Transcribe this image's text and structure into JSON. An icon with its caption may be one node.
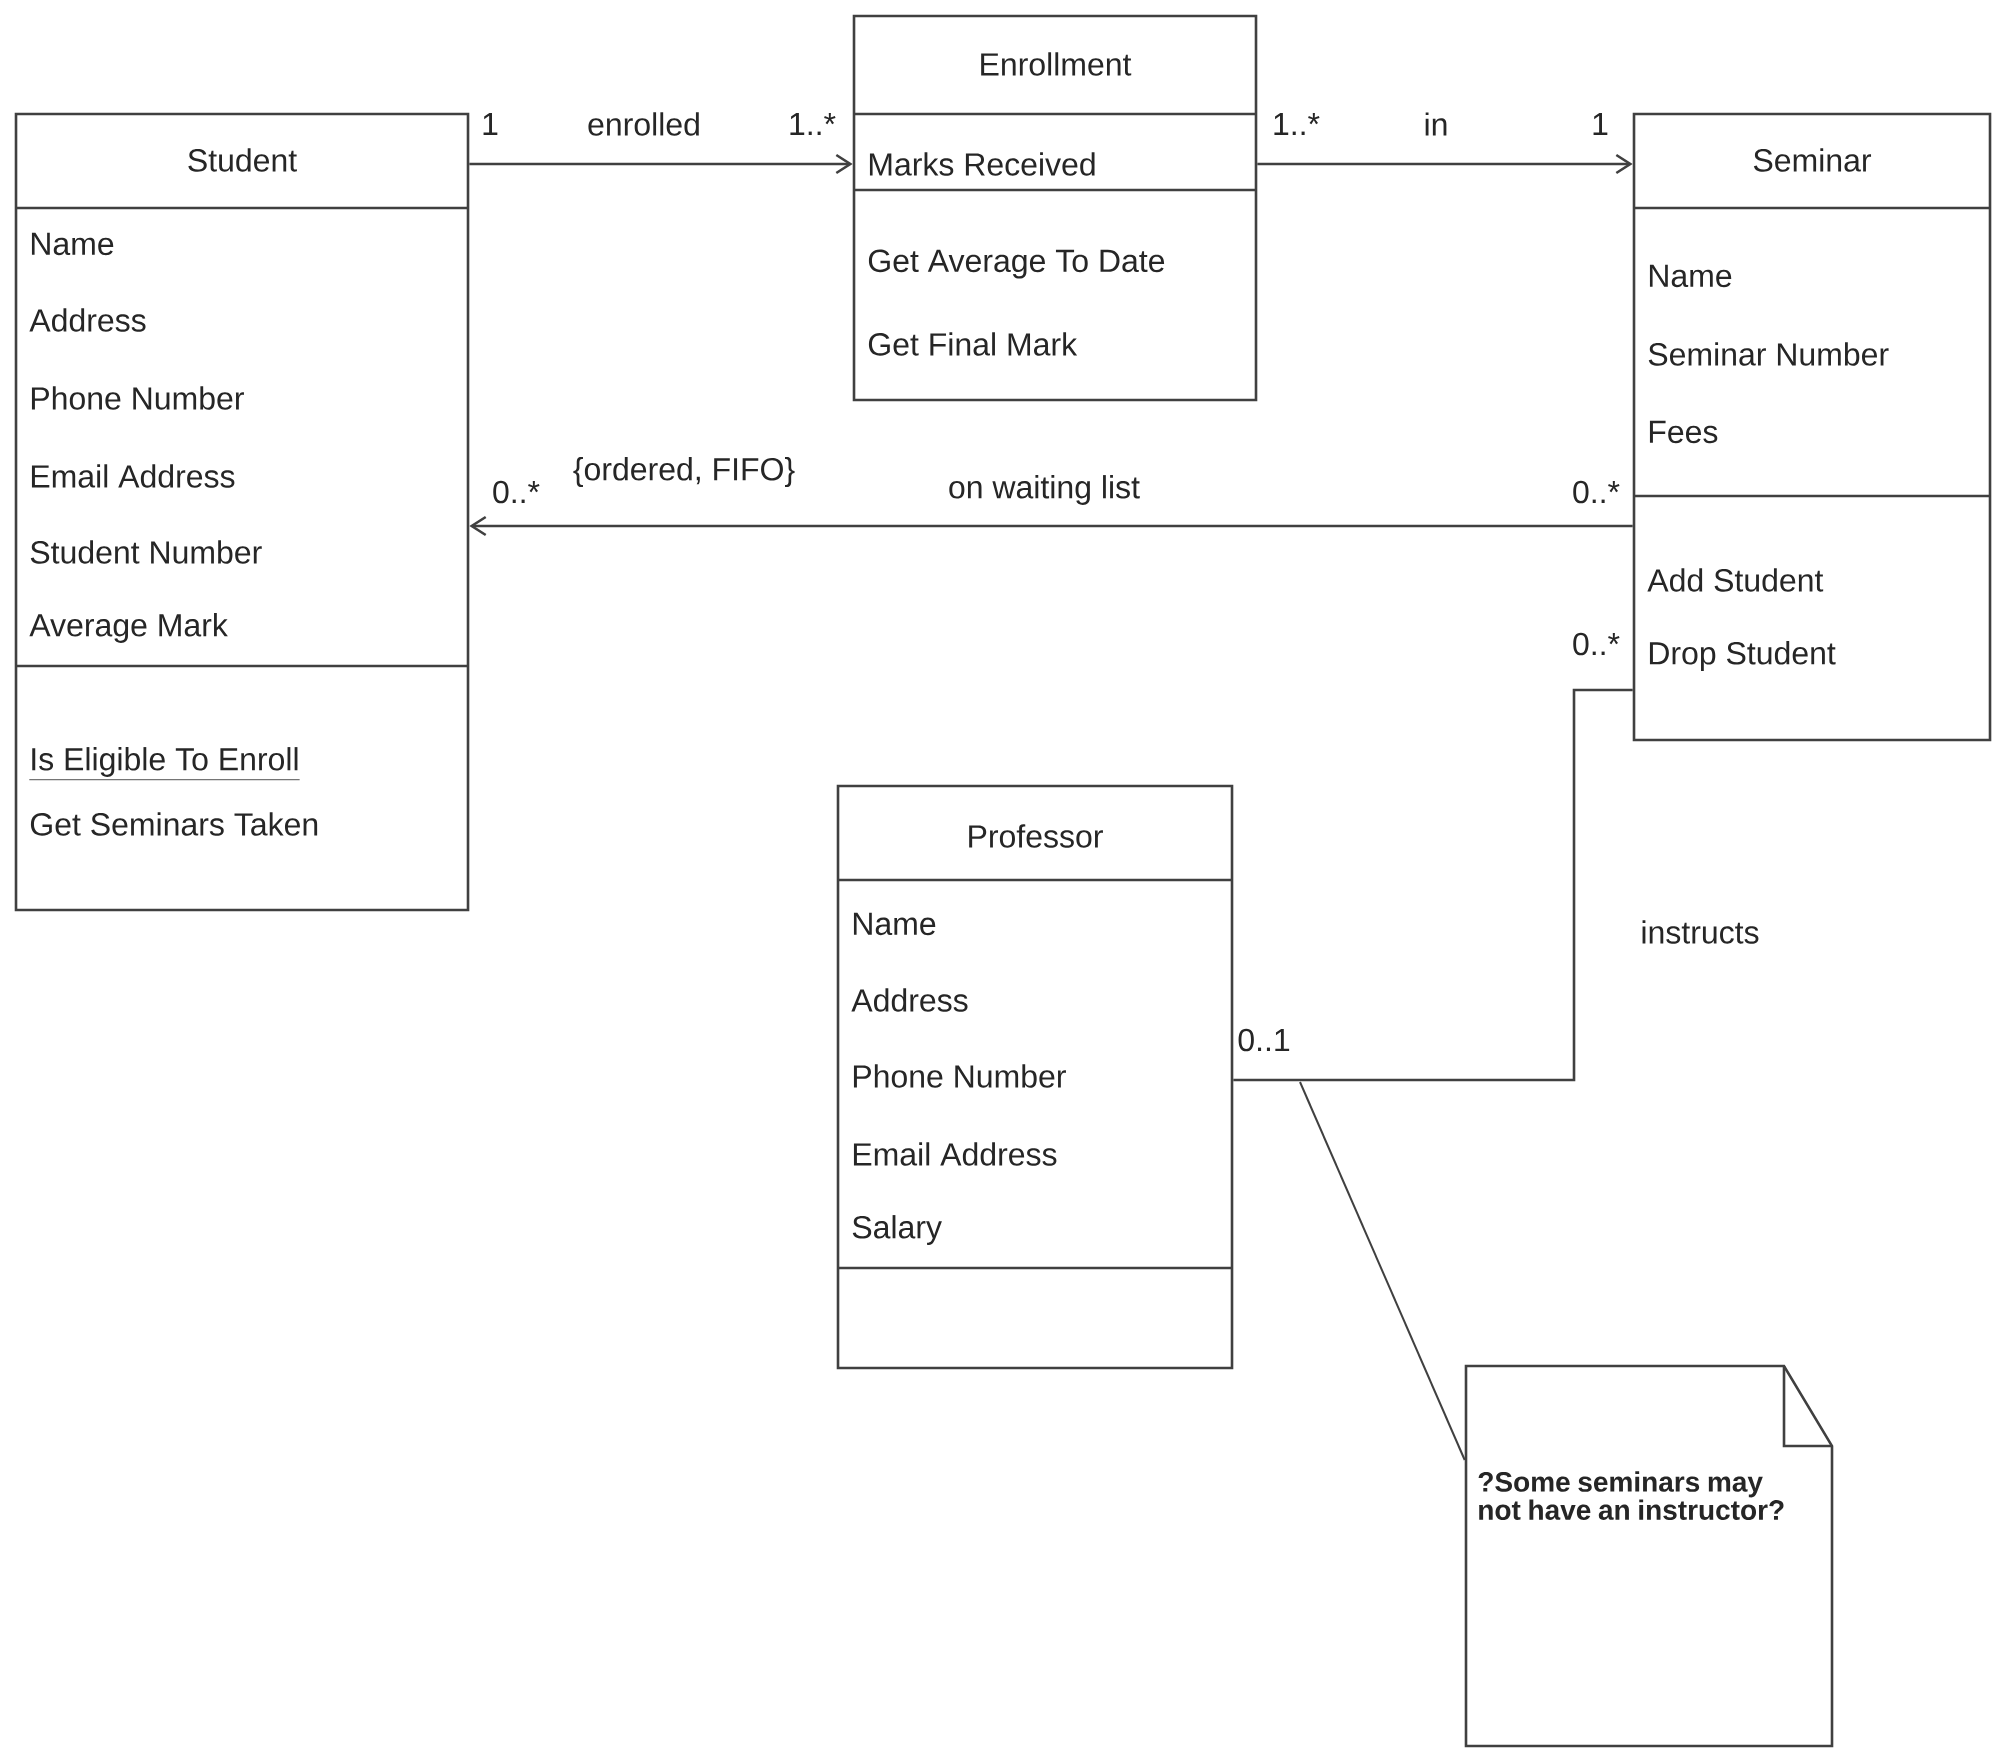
{
  "diagram": {
    "nodes": [
      {
        "text": [
          "Student",
          "Name",
          "Address",
          "Phone Number",
          "Email Address",
          "Student Number",
          "Average Mark",
          "Is Eligible To Enroll",
          "Get Seminars Taken"
        ]
      },
      {
        "text": [
          "Enrollment",
          "Marks Received",
          "Get Average To Date",
          "Get Final Mark"
        ]
      },
      {
        "text": [
          "Seminar",
          "Name",
          "Seminar Number",
          "Fees",
          "Add Student",
          "Drop Student"
        ]
      },
      {
        "text": [
          "Professor",
          "Name",
          "Address",
          "Phone Number",
          "Email Address",
          "Salary"
        ]
      },
      {
        "text": [
          "?Some seminars may not have an instructor?"
        ]
      }
    ],
    "edges": [
      {
        "from": 0,
        "to": 1,
        "arrow": "to",
        "label": "enrolled"
      },
      {
        "from": 1,
        "to": 2,
        "arrow": "to",
        "label": "in"
      },
      {
        "from": 2,
        "to": 0,
        "arrow": "to",
        "label": "on waiting list"
      },
      {
        "from": 3,
        "to": 2,
        "arrow": "none",
        "label": "instructs"
      },
      {
        "from": 4,
        "to": null,
        "arrow": "none"
      }
    ],
    "labels": [
      "1",
      "1..*",
      "1..*",
      "1",
      "{ordered, FIFO}",
      "0..*",
      "0..*",
      "0..*",
      "0..1"
    ]
  }
}
